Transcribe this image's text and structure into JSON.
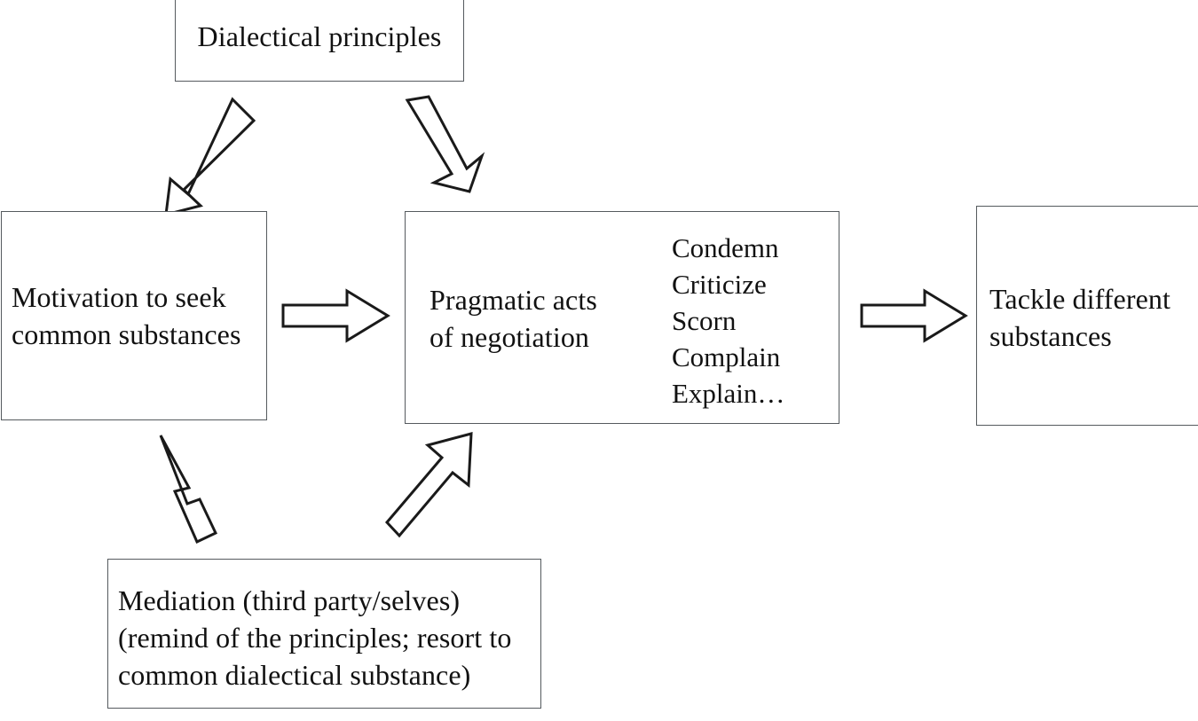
{
  "diagram": {
    "title_box": {
      "label": "Dialectical principles"
    },
    "left_box": {
      "line1": "Motivation to seek",
      "line2": "common substances"
    },
    "middle_box": {
      "line1": "Pragmatic acts",
      "line2": "of negotiation",
      "list": [
        "Condemn",
        "Criticize",
        "Scorn",
        "Complain",
        "Explain…"
      ]
    },
    "right_box": {
      "line1": "Tackle different",
      "line2": "substances"
    },
    "bottom_box": {
      "line1": "Mediation (third party/selves)",
      "line2": "(remind of the principles; resort to",
      "line3": "common dialectical substance)"
    },
    "connectors": [
      {
        "name": "dialectical-to-motivation",
        "from": "Dialectical principles",
        "to": "Motivation to seek common substances",
        "style": "hollow-block-arrow",
        "direction": "down-left"
      },
      {
        "name": "dialectical-to-pragmatic",
        "from": "Dialectical principles",
        "to": "Pragmatic acts of negotiation",
        "style": "hollow-block-arrow",
        "direction": "down-right"
      },
      {
        "name": "motivation-to-pragmatic",
        "from": "Motivation to seek common substances",
        "to": "Pragmatic acts of negotiation",
        "style": "hollow-block-arrow",
        "direction": "right"
      },
      {
        "name": "pragmatic-to-tackle",
        "from": "Pragmatic acts of negotiation",
        "to": "Tackle different substances",
        "style": "hollow-block-arrow",
        "direction": "right"
      },
      {
        "name": "mediation-to-motivation",
        "from": "Mediation (third party/selves)",
        "to": "Motivation to seek common substances",
        "style": "hollow-block-arrow",
        "direction": "up"
      },
      {
        "name": "mediation-to-pragmatic",
        "from": "Mediation (third party/selves)",
        "to": "Pragmatic acts of negotiation",
        "style": "hollow-block-arrow",
        "direction": "up-right"
      },
      {
        "name": "intensity-gradient-arrow",
        "style": "solid-arrow",
        "direction": "down"
      }
    ],
    "colors": {
      "box_border": "#555a5e",
      "text": "#111111",
      "arrow_outline": "#1a1a1a",
      "arrow_fill": "#ffffff",
      "solid_arrow": "#000000",
      "background": "#ffffff"
    }
  }
}
